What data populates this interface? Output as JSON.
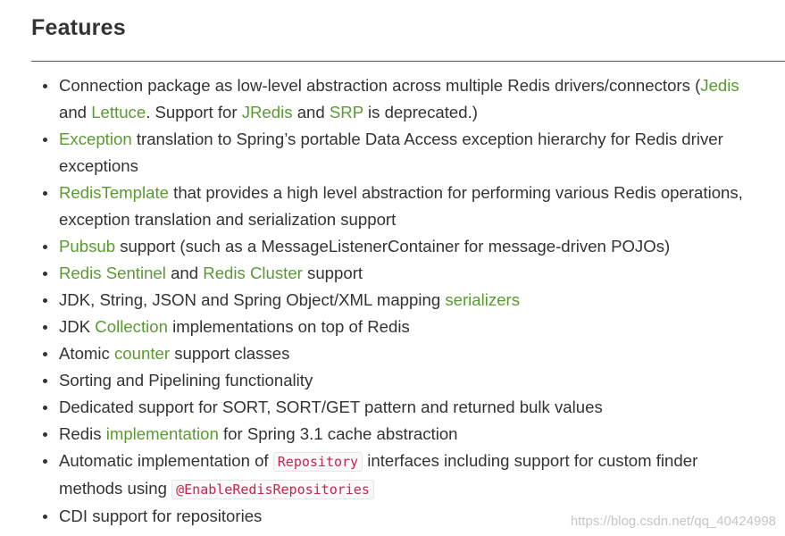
{
  "heading": "Features",
  "items": [
    {
      "l1": {
        "t1": "Connection package as low-level abstraction across multiple Redis drivers/connectors (",
        "a1": "Jedis"
      },
      "l2": {
        "t1": "and ",
        "a1": "Lettuce",
        "t2": ". Support for ",
        "a2": "JRedis",
        "t3": " and ",
        "a3": "SRP",
        "t4": " is deprecated.)"
      }
    },
    {
      "l1": {
        "a1": "Exception",
        "t1": " translation to Spring’s portable Data Access exception hierarchy for Redis driver"
      },
      "l2": {
        "t1": "exceptions"
      }
    },
    {
      "l1": {
        "a1": "RedisTemplate",
        "t1": " that provides a high level abstraction for performing various Redis operations,"
      },
      "l2": {
        "t1": "exception translation and serialization support"
      }
    },
    {
      "a1": "Pubsub",
      "t1": " support (such as a MessageListenerContainer for message-driven POJOs)"
    },
    {
      "a1": "Redis Sentinel",
      "t1": " and ",
      "a2": "Redis Cluster",
      "t2": " support"
    },
    {
      "t1": "JDK, String, JSON and Spring Object/XML mapping ",
      "a1": "serializers"
    },
    {
      "t1": "JDK ",
      "a1": "Collection",
      "t2": " implementations on top of Redis"
    },
    {
      "t1": "Atomic ",
      "a1": "counter",
      "t2": " support classes"
    },
    {
      "t1": "Sorting and Pipelining functionality"
    },
    {
      "t1": "Dedicated support for SORT, SORT/GET pattern and returned bulk values"
    },
    {
      "t1": "Redis ",
      "a1": "implementation",
      "t2": " for Spring 3.1 cache abstraction"
    },
    {
      "l1": {
        "t1": "Automatic implementation of ",
        "c1": "Repository",
        "t2": " interfaces including support for custom finder"
      },
      "l2": {
        "t1": "methods using ",
        "c1": "@EnableRedisRepositories"
      }
    },
    {
      "t1": "CDI support for repositories"
    }
  ],
  "watermark": "https://blog.csdn.net/qq_40424998"
}
